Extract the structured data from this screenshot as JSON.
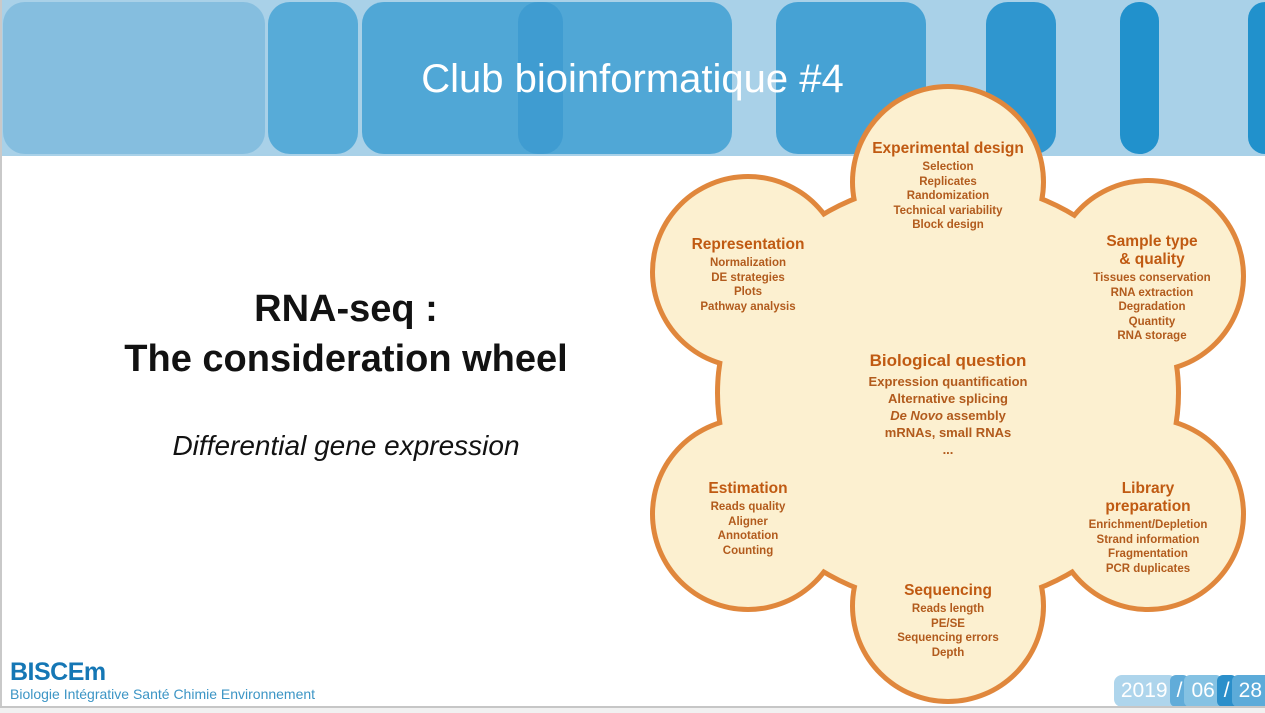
{
  "palette": {
    "banner_base": "#a9d1e8",
    "banner_stripe_light": "#85bedf",
    "banner_stripe_medium": "#57abd8",
    "banner_stripe_dark": "#2f96cf",
    "banner_stripe_darker": "#2191cc",
    "wheel_fill": "#fcf0d0",
    "wheel_stroke": "#e0873c",
    "wheel_heading_color": "#c05a12",
    "wheel_item_color": "#b25b1d",
    "logo_blue": "#1577b5",
    "tagline_blue": "#3c95c5"
  },
  "header": {
    "title": "Club bioinformatique #4"
  },
  "title": {
    "line1": "RNA-seq :",
    "line2": "The consideration wheel",
    "subtitle": "Differential gene expression"
  },
  "wheel": {
    "center": {
      "heading": "Biological question",
      "items_top": [
        "Expression quantification",
        "Alternative splicing"
      ],
      "de_novo_italic": "De Novo",
      "de_novo_rest": " assembly",
      "items_bottom": [
        "mRNAs, small RNAs",
        "..."
      ]
    },
    "petals": [
      {
        "heading": "Experimental design",
        "items": [
          "Selection",
          "Replicates",
          "Randomization",
          "Technical variability",
          "Block design"
        ]
      },
      {
        "heading": "Representation",
        "items": [
          "Normalization",
          "DE strategies",
          "Plots",
          "Pathway analysis"
        ]
      },
      {
        "heading": "Sample type\n& quality",
        "items": [
          "Tissues conservation",
          "RNA extraction",
          "Degradation",
          "Quantity",
          "RNA storage"
        ]
      },
      {
        "heading": "Estimation",
        "items": [
          "Reads quality",
          "Aligner",
          "Annotation",
          "Counting"
        ]
      },
      {
        "heading": "Library preparation",
        "items": [
          "Enrichment/Depletion",
          "Strand information",
          "Fragmentation",
          "PCR duplicates"
        ]
      },
      {
        "heading": "Sequencing",
        "items": [
          "Reads length",
          "PE/SE",
          "Sequencing errors",
          "Depth"
        ]
      }
    ]
  },
  "footer": {
    "logo": "BISCEm",
    "tagline": "Biologie Intégrative Santé Chimie Environnement",
    "date": {
      "year": "2019",
      "sep1": "/",
      "month": "06",
      "sep2": "/",
      "day": "28"
    }
  }
}
